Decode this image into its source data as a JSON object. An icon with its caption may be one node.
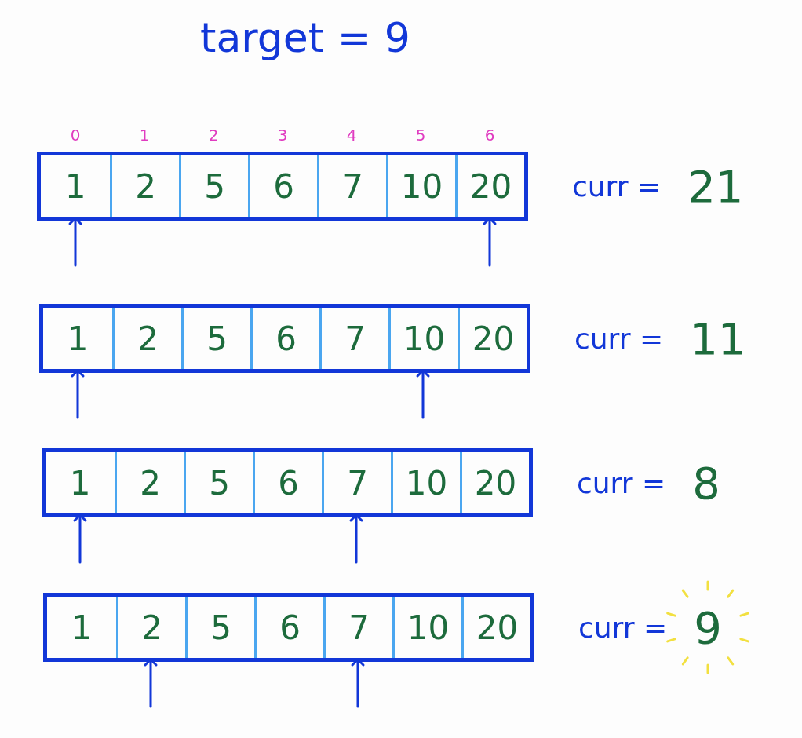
{
  "diagram": {
    "title": "target = 9",
    "nodes": [
      {
        "text": [],
        "shape": "box",
        "beside": [
          "curr =",
          "21"
        ]
      },
      {
        "text": [
          "1"
        ],
        "in": 0
      },
      {
        "text": [
          "2"
        ],
        "in": 0
      },
      {
        "text": [
          "5"
        ],
        "in": 0
      },
      {
        "text": [
          "6"
        ],
        "in": 0
      },
      {
        "text": [
          "7"
        ],
        "in": 0
      },
      {
        "text": [
          "10"
        ],
        "in": 0
      },
      {
        "text": [
          "20"
        ],
        "in": 0
      },
      {
        "text": [],
        "shape": "box",
        "beside": [
          "curr =",
          "11"
        ]
      },
      {
        "text": [
          "1"
        ],
        "in": 8
      },
      {
        "text": [
          "2"
        ],
        "in": 8
      },
      {
        "text": [
          "5"
        ],
        "in": 8
      },
      {
        "text": [
          "6"
        ],
        "in": 8
      },
      {
        "text": [
          "7"
        ],
        "in": 8
      },
      {
        "text": [
          "10"
        ],
        "in": 8
      },
      {
        "text": [
          "20"
        ],
        "in": 8
      },
      {
        "text": [],
        "shape": "box",
        "beside": [
          "curr =",
          "8"
        ]
      },
      {
        "text": [
          "1"
        ],
        "in": 16
      },
      {
        "text": [
          "2"
        ],
        "in": 16
      },
      {
        "text": [
          "5"
        ],
        "in": 16
      },
      {
        "text": [
          "6"
        ],
        "in": 16
      },
      {
        "text": [
          "7"
        ],
        "in": 16
      },
      {
        "text": [
          "10"
        ],
        "in": 16
      },
      {
        "text": [
          "20"
        ],
        "in": 16
      },
      {
        "text": [],
        "shape": "box",
        "beside": [
          "curr =",
          "9"
        ]
      },
      {
        "text": [
          "1"
        ],
        "in": 24
      },
      {
        "text": [
          "2"
        ],
        "in": 24
      },
      {
        "text": [
          "5"
        ],
        "in": 24
      },
      {
        "text": [
          "6"
        ],
        "in": 24
      },
      {
        "text": [
          "7"
        ],
        "in": 24
      },
      {
        "text": [
          "10"
        ],
        "in": 24
      },
      {
        "text": [
          "20"
        ],
        "in": 24
      }
    ],
    "edges": [
      {
        "from": null,
        "to": 1,
        "arrow": "to"
      },
      {
        "from": null,
        "to": 7,
        "arrow": "to"
      },
      {
        "from": null,
        "to": 9,
        "arrow": "to"
      },
      {
        "from": null,
        "to": 14,
        "arrow": "to"
      },
      {
        "from": null,
        "to": 17,
        "arrow": "to"
      },
      {
        "from": null,
        "to": 21,
        "arrow": "to"
      },
      {
        "from": null,
        "to": 26,
        "arrow": "to"
      },
      {
        "from": null,
        "to": 29,
        "arrow": "to"
      }
    ],
    "labels": [
      "0",
      "1",
      "2",
      "3",
      "4",
      "5",
      "6"
    ]
  }
}
